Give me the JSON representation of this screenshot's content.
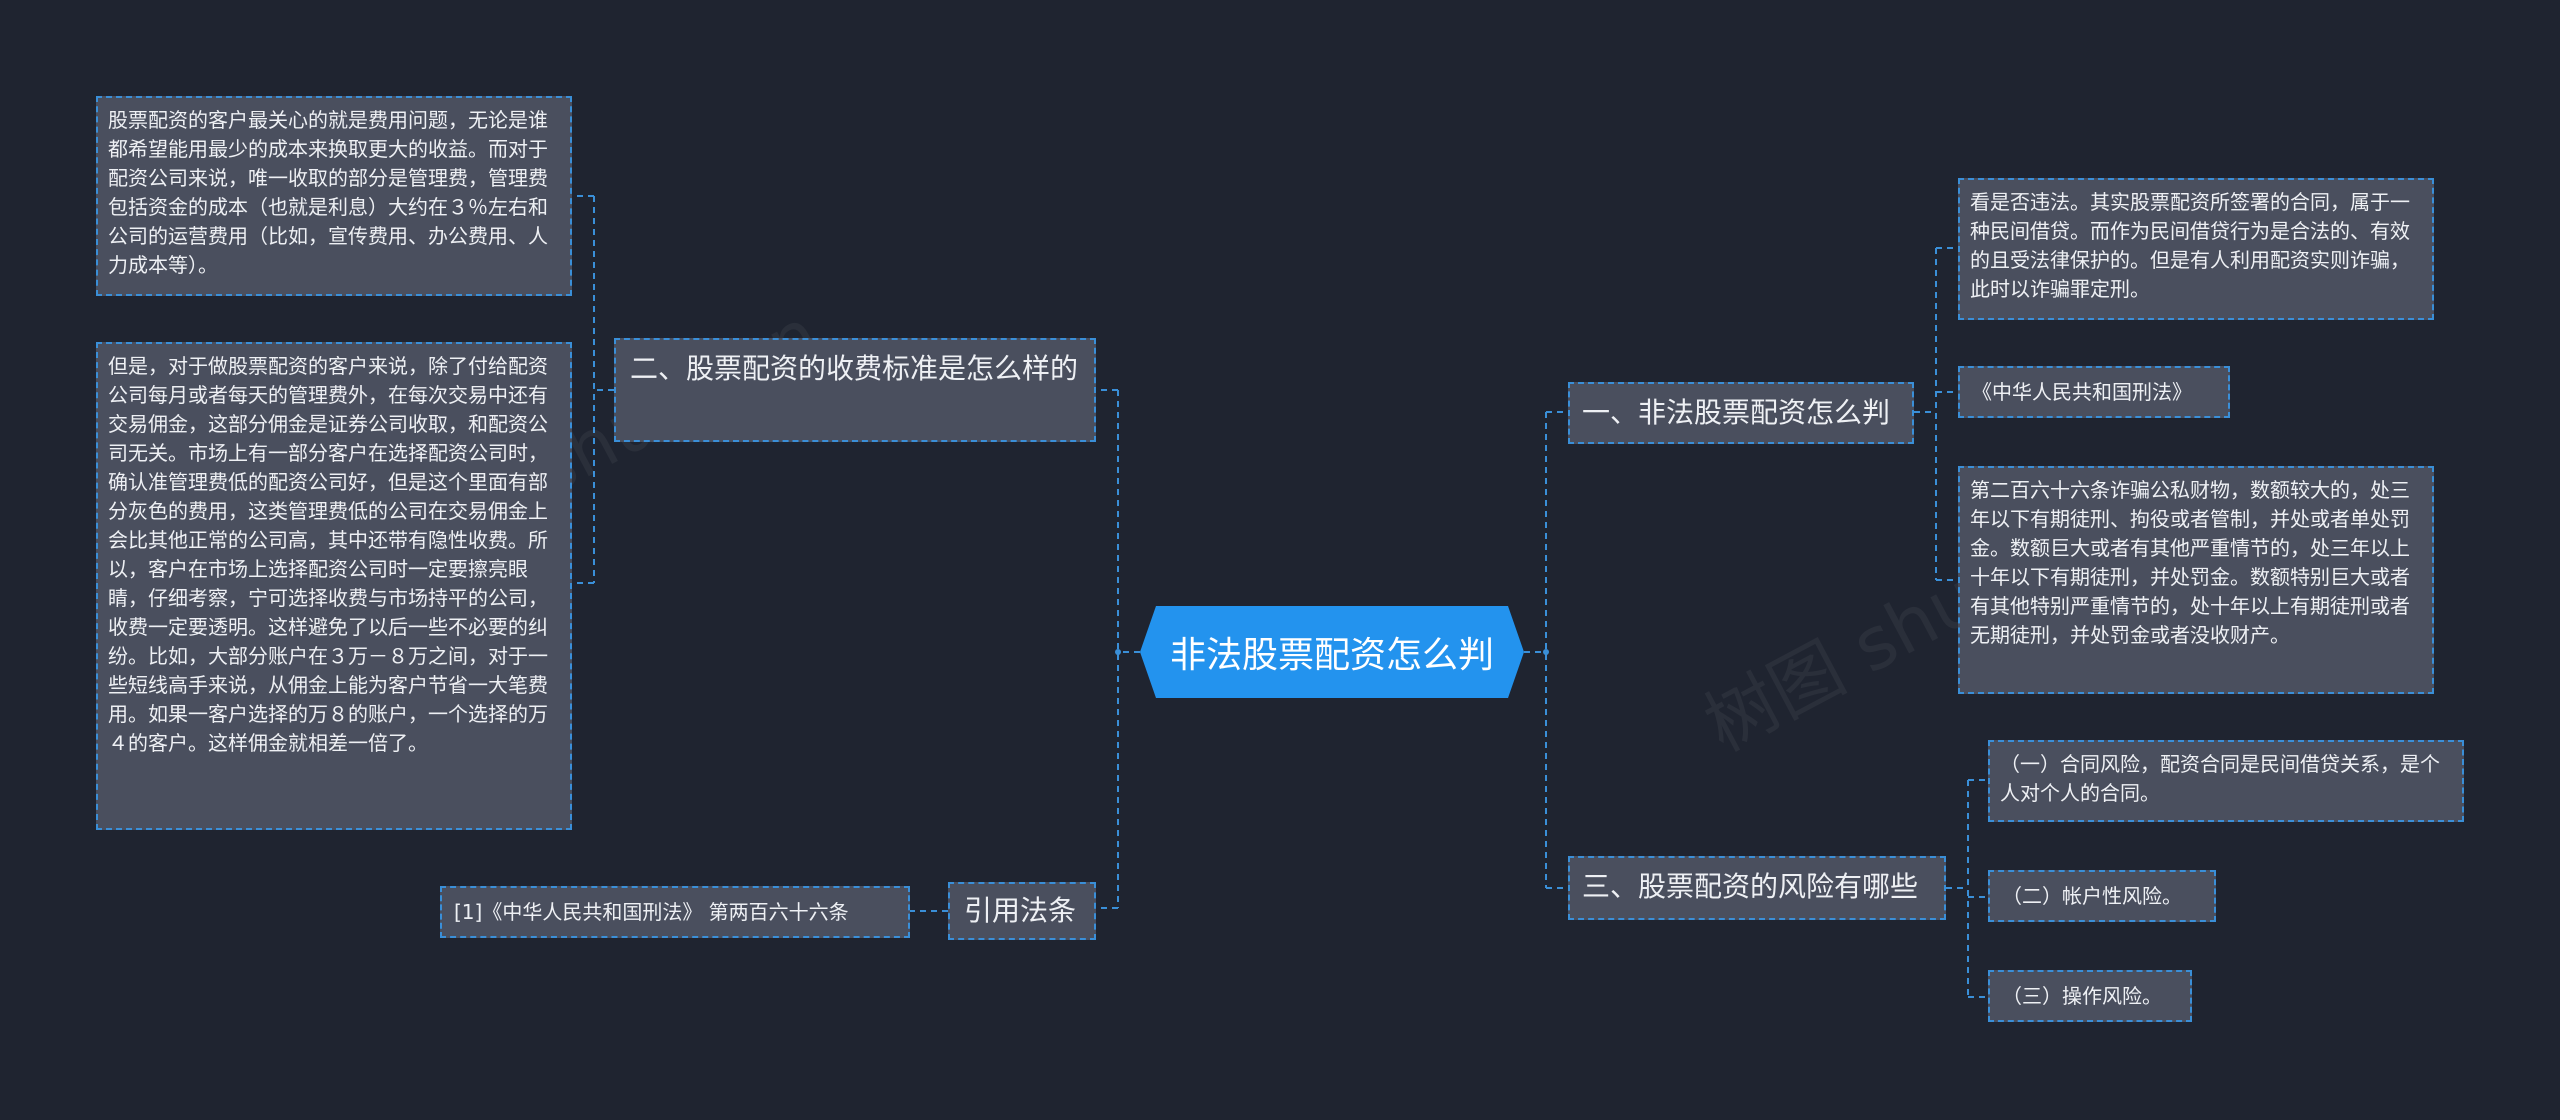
{
  "root": {
    "label": "非法股票配资怎么判"
  },
  "branches": {
    "fees": {
      "label": "二、股票配资的收费标准是怎么样的"
    },
    "law": {
      "label": "引用法条"
    },
    "judge": {
      "label": "一、非法股票配资怎么判"
    },
    "risk": {
      "label": "三、股票配资的风险有哪些"
    }
  },
  "leaves": {
    "fees_1": "股票配资的客户最关心的就是费用问题，无论是谁都希望能用最少的成本来换取更大的收益。而对于配资公司来说，唯一收取的部分是管理费，管理费包括资金的成本（也就是利息）大约在３％左右和公司的运营费用（比如，宣传费用、办公费用、人力成本等）。",
    "fees_2": "但是，对于做股票配资的客户来说，除了付给配资公司每月或者每天的管理费外，在每次交易中还有交易佣金，这部分佣金是证券公司收取，和配资公司无关。市场上有一部分客户在选择配资公司时，确认准管理费低的配资公司好，但是这个里面有部分灰色的费用，这类管理费低的公司在交易佣金上会比其他正常的公司高，其中还带有隐性收费。所以，客户在市场上选择配资公司时一定要擦亮眼睛，仔细考察，宁可选择收费与市场持平的公司，收费一定要透明。这样避免了以后一些不必要的纠纷。比如，大部分账户在３万－８万之间，对于一些短线高手来说，从佣金上能为客户节省一大笔费用。如果一客户选择的万８的账户，一个选择的万４的客户。这样佣金就相差一倍了。",
    "law_1": "[1]《中华人民共和国刑法》 第两百六十六条",
    "judge_1": "看是否违法。其实股票配资所签署的合同，属于一种民间借贷。而作为民间借贷行为是合法的、有效的且受法律保护的。但是有人利用配资实则诈骗，此时以诈骗罪定刑。",
    "judge_2": "《中华人民共和国刑法》",
    "judge_3": "第二百六十六条诈骗公私财物，数额较大的，处三年以下有期徒刑、拘役或者管制，并处或者单处罚金。数额巨大或者有其他严重情节的，处三年以上十年以下有期徒刑，并处罚金。数额特别巨大或者有其他特别严重情节的，处十年以上有期徒刑或者无期徒刑，并处罚金或者没收财产。",
    "risk_1": "（一）合同风险，配资合同是民间借贷关系，是个人对个人的合同。",
    "risk_2": "（二）帐户性风险。",
    "risk_3": "（三）操作风险。"
  },
  "colors": {
    "background": "#1f2430",
    "root_fill": "#2393ee",
    "node_fill": "#4a4f5e",
    "connector": "#3a8fd8"
  }
}
